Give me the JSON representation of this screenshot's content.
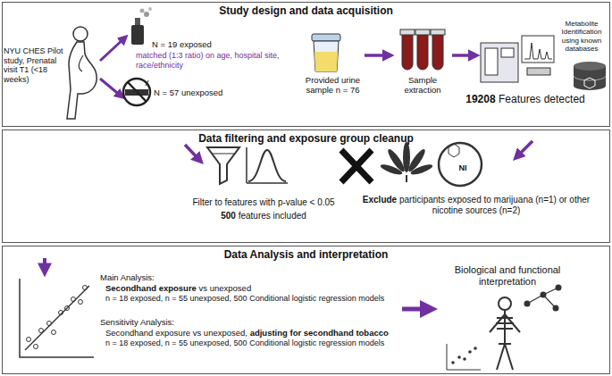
{
  "diagram": {
    "nodes": [
      {
        "text": [
          "Study design and data acquisition"
        ]
      },
      {
        "text": [
          "Data filtering and exposure group cleanup"
        ]
      },
      {
        "text": [
          "Data Analysis and interpretation"
        ]
      }
    ],
    "labels": [
      "NYU CHES Pilot study, Prenatal visit T1 (<18 weeks)",
      "N = 19 exposed",
      "matched (1:3 ratio) on age, hospital site, race/ethnicity",
      "N = 57 unexposed",
      "Provided urine sample n = 76",
      "Sample extraction",
      "Metabolite Identification using known databases",
      "19208",
      "Features detected",
      "Filter to features with p-value < 0.05",
      "500",
      "features included",
      "Exclude",
      "participants exposed to marijuana (n=1) or other nicotine sources (n=2)",
      "NI",
      "Main Analysis:",
      "Secondhand exposure",
      "vs unexposed",
      "n = 18 exposed, n = 55 unexposed, 500 Conditional logistic regression models",
      "Sensitivity Analysis:",
      "Secondhand exposure vs unexposed,",
      "adjusting for secondhand tobacco",
      "n = 18 exposed, n = 55 unexposed, 500 Conditional logistic regression models",
      "Biological and functional interpretation"
    ]
  }
}
